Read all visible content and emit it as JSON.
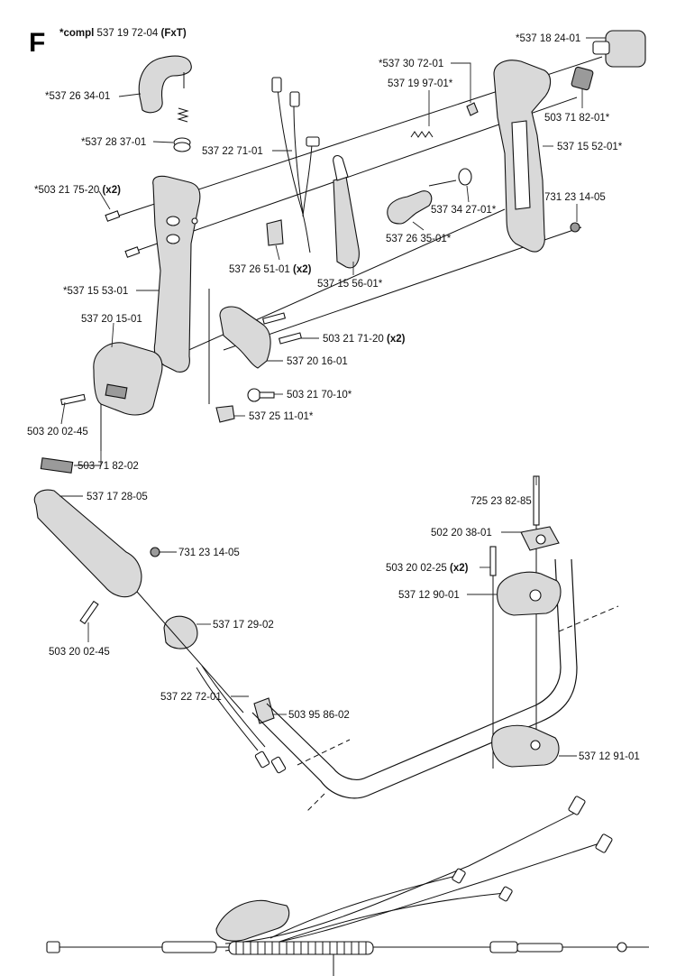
{
  "section": "F",
  "title": {
    "prefix": "*compl",
    "number": "537 19 72-04",
    "suffix": "(FxT)"
  },
  "labels": [
    {
      "id": "p1",
      "text": "*537 26 34-01",
      "qty": ""
    },
    {
      "id": "p2",
      "text": "*537 28 37-01",
      "qty": ""
    },
    {
      "id": "p3",
      "text": "*503 21 75-20",
      "qty": "(x2)"
    },
    {
      "id": "p4",
      "text": "*537 15 53-01",
      "qty": ""
    },
    {
      "id": "p5",
      "text": "537 20 15-01",
      "qty": ""
    },
    {
      "id": "p6",
      "text": "503 20 02-45",
      "qty": ""
    },
    {
      "id": "p7",
      "text": "503 71 82-02",
      "qty": ""
    },
    {
      "id": "p8",
      "text": "537 22 71-01",
      "qty": ""
    },
    {
      "id": "p9",
      "text": "537 26 51-01",
      "qty": "(x2)"
    },
    {
      "id": "p10",
      "text": "537 15 56-01*",
      "qty": ""
    },
    {
      "id": "p11",
      "text": "503 21 71-20",
      "qty": "(x2)"
    },
    {
      "id": "p12",
      "text": "537 20 16-01",
      "qty": ""
    },
    {
      "id": "p13",
      "text": "503 21 70-10*",
      "qty": ""
    },
    {
      "id": "p14",
      "text": "537 25 11-01*",
      "qty": ""
    },
    {
      "id": "p15",
      "text": "*537 30 72-01",
      "qty": ""
    },
    {
      "id": "p16",
      "text": "537 19 97-01*",
      "qty": ""
    },
    {
      "id": "p17",
      "text": "537 34 27-01*",
      "qty": ""
    },
    {
      "id": "p18",
      "text": "537 26 35-01*",
      "qty": ""
    },
    {
      "id": "p19",
      "text": "*537 18 24-01",
      "qty": ""
    },
    {
      "id": "p20",
      "text": "503 71 82-01*",
      "qty": ""
    },
    {
      "id": "p21",
      "text": "537 15 52-01*",
      "qty": ""
    },
    {
      "id": "p22",
      "text": "731 23 14-05",
      "qty": ""
    },
    {
      "id": "p23",
      "text": "537 17 28-05",
      "qty": ""
    },
    {
      "id": "p24",
      "text": "731 23 14-05",
      "qty": ""
    },
    {
      "id": "p25",
      "text": "503 20 02-45",
      "qty": ""
    },
    {
      "id": "p26",
      "text": "537 17 29-02",
      "qty": ""
    },
    {
      "id": "p27",
      "text": "537 22 72-01",
      "qty": ""
    },
    {
      "id": "p28",
      "text": "503 95 86-02",
      "qty": ""
    },
    {
      "id": "p29",
      "text": "725 23 82-85",
      "qty": ""
    },
    {
      "id": "p30",
      "text": "502 20 38-01",
      "qty": ""
    },
    {
      "id": "p31",
      "text": "503 20 02-25",
      "qty": "(x2)"
    },
    {
      "id": "p32",
      "text": "537 12 90-01",
      "qty": ""
    },
    {
      "id": "p33",
      "text": "537 12 91-01",
      "qty": ""
    }
  ]
}
